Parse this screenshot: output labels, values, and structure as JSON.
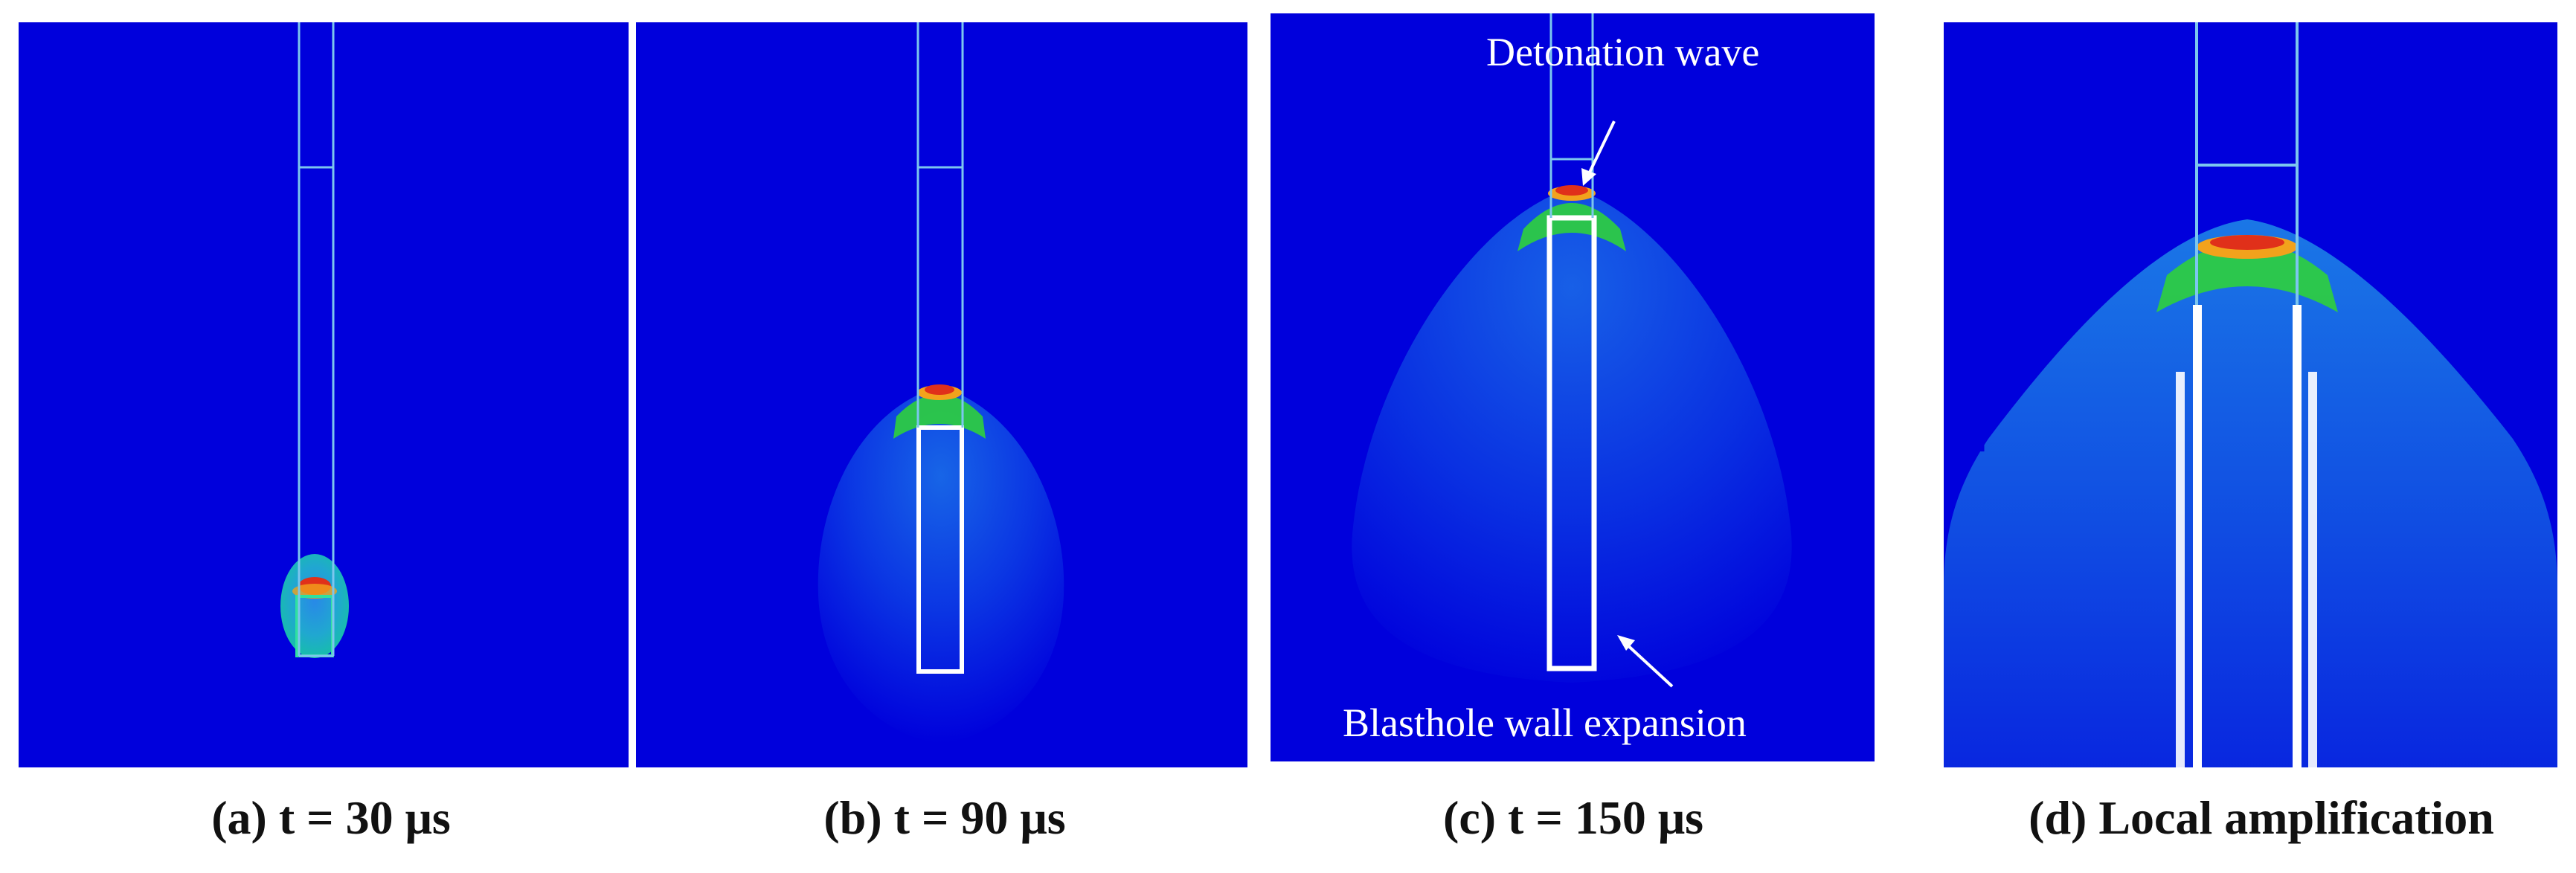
{
  "colors": {
    "background": "#0000dc",
    "tube": "#7cc6ee",
    "front_red": "#e0301a",
    "front_orange": "#f7a21c",
    "front_yellow": "#f2e433",
    "front_green": "#2fd03c",
    "wall": "#ffffff"
  },
  "panels": [
    {
      "caption_label": "(a)",
      "caption_text": "t = 30 μs"
    },
    {
      "caption_label": "(b)",
      "caption_text": "t = 90 μs"
    },
    {
      "caption_label": "(c)",
      "caption_text": "t = 150 μs"
    },
    {
      "caption_label": "(d)",
      "caption_text": "Local amplification"
    }
  ],
  "annotations": {
    "detonation": "Detonation wave",
    "expansion": "Blasthole wall expansion"
  }
}
